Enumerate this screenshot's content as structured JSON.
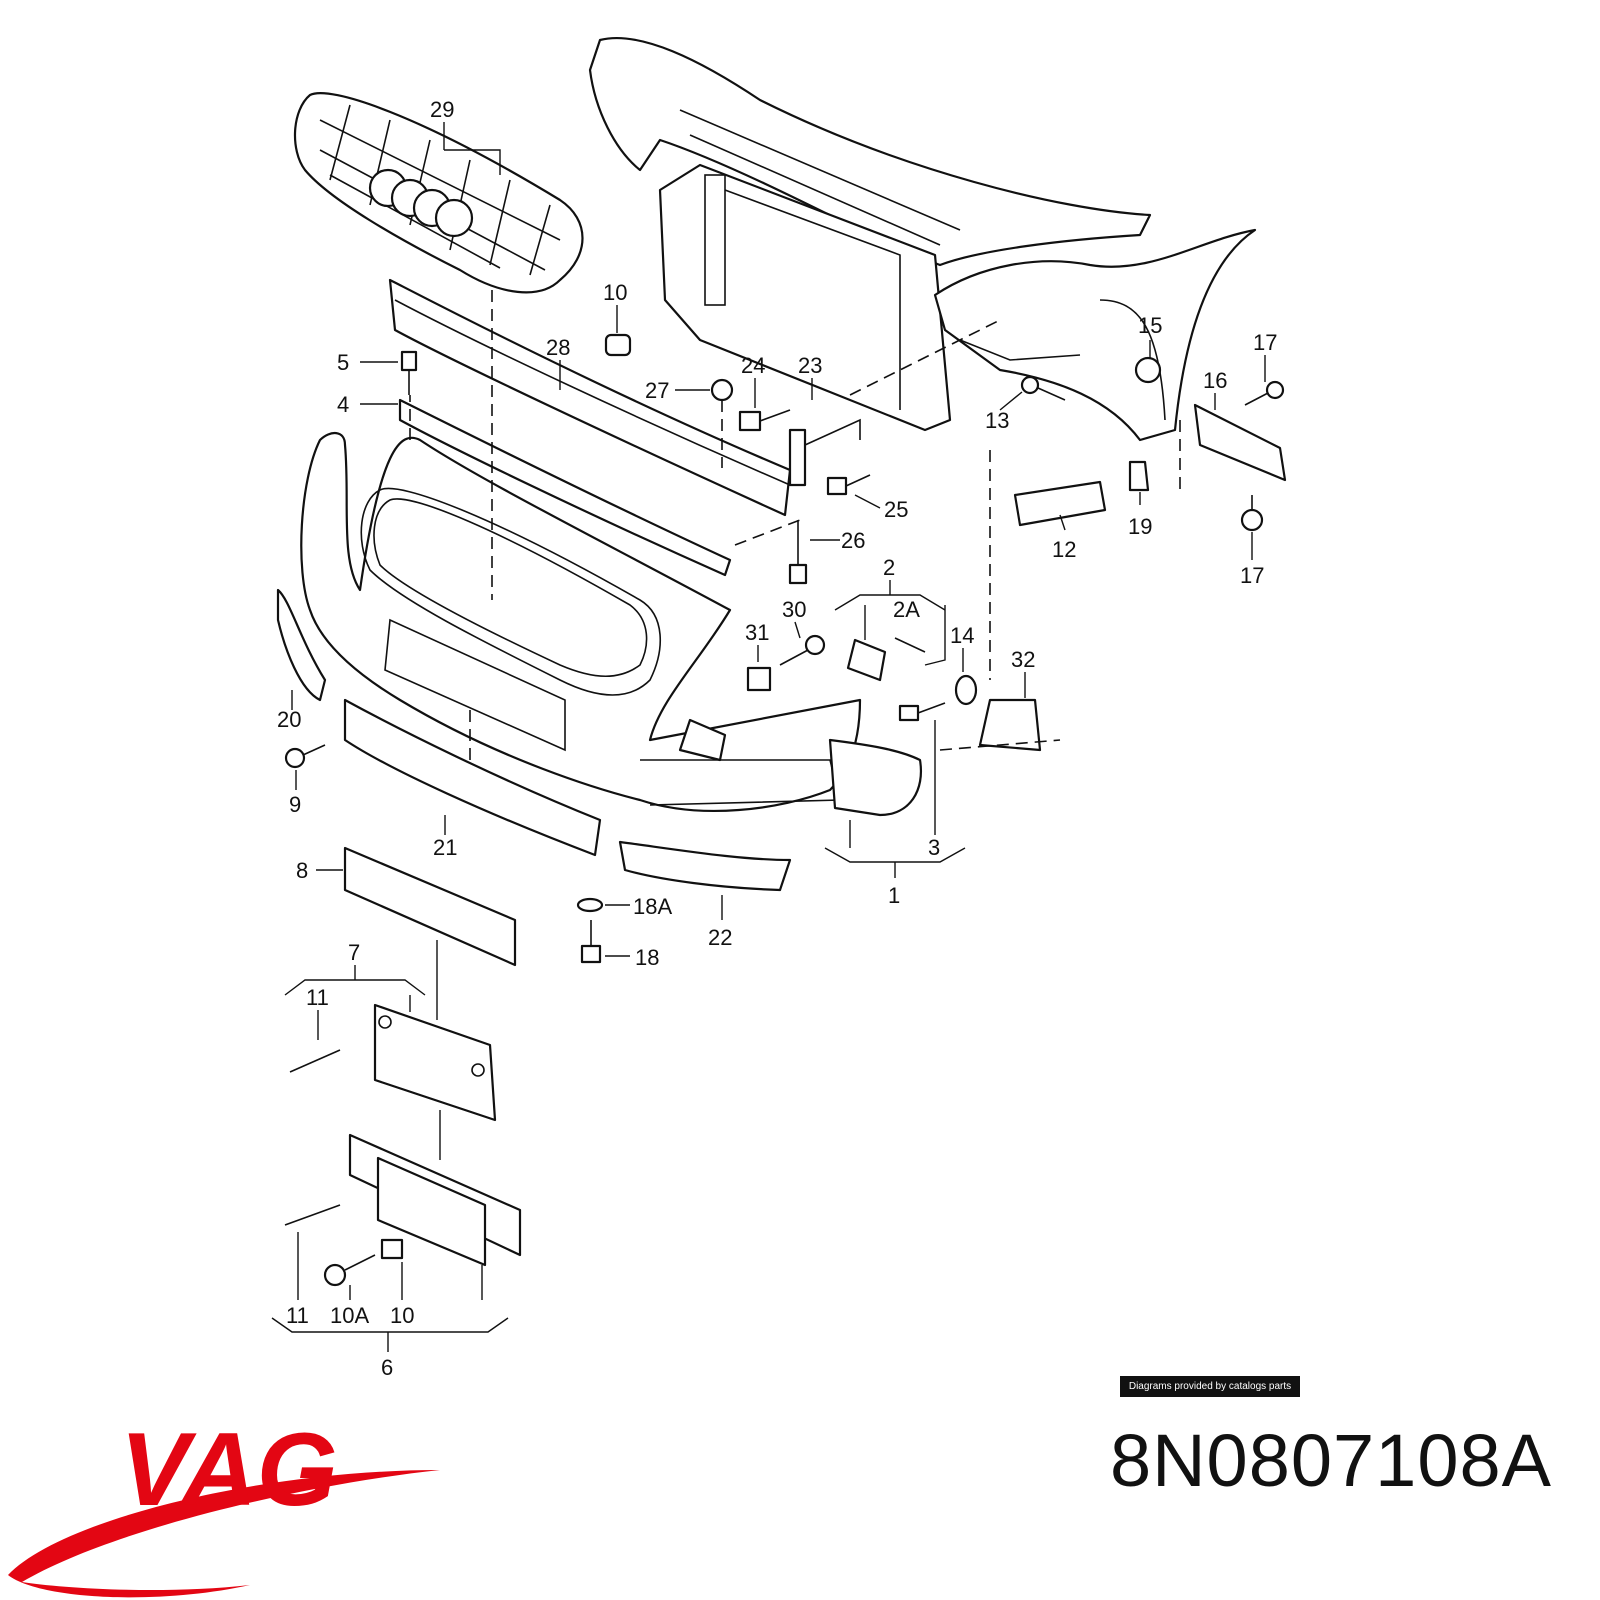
{
  "diagram": {
    "callouts": [
      "1",
      "2",
      "2A",
      "3",
      "4",
      "5",
      "6",
      "7",
      "8",
      "9",
      "10",
      "10",
      "10",
      "10A",
      "11",
      "11",
      "12",
      "13",
      "14",
      "15",
      "16",
      "17",
      "17",
      "18",
      "18A",
      "19",
      "20",
      "21",
      "22",
      "23",
      "24",
      "25",
      "26",
      "27",
      "28",
      "29",
      "30",
      "31",
      "32"
    ]
  },
  "credit": "Diagrams provided by catalogs parts",
  "brand": {
    "name": "VAG",
    "color": "#e30613"
  },
  "part_number": "8N0807108A"
}
